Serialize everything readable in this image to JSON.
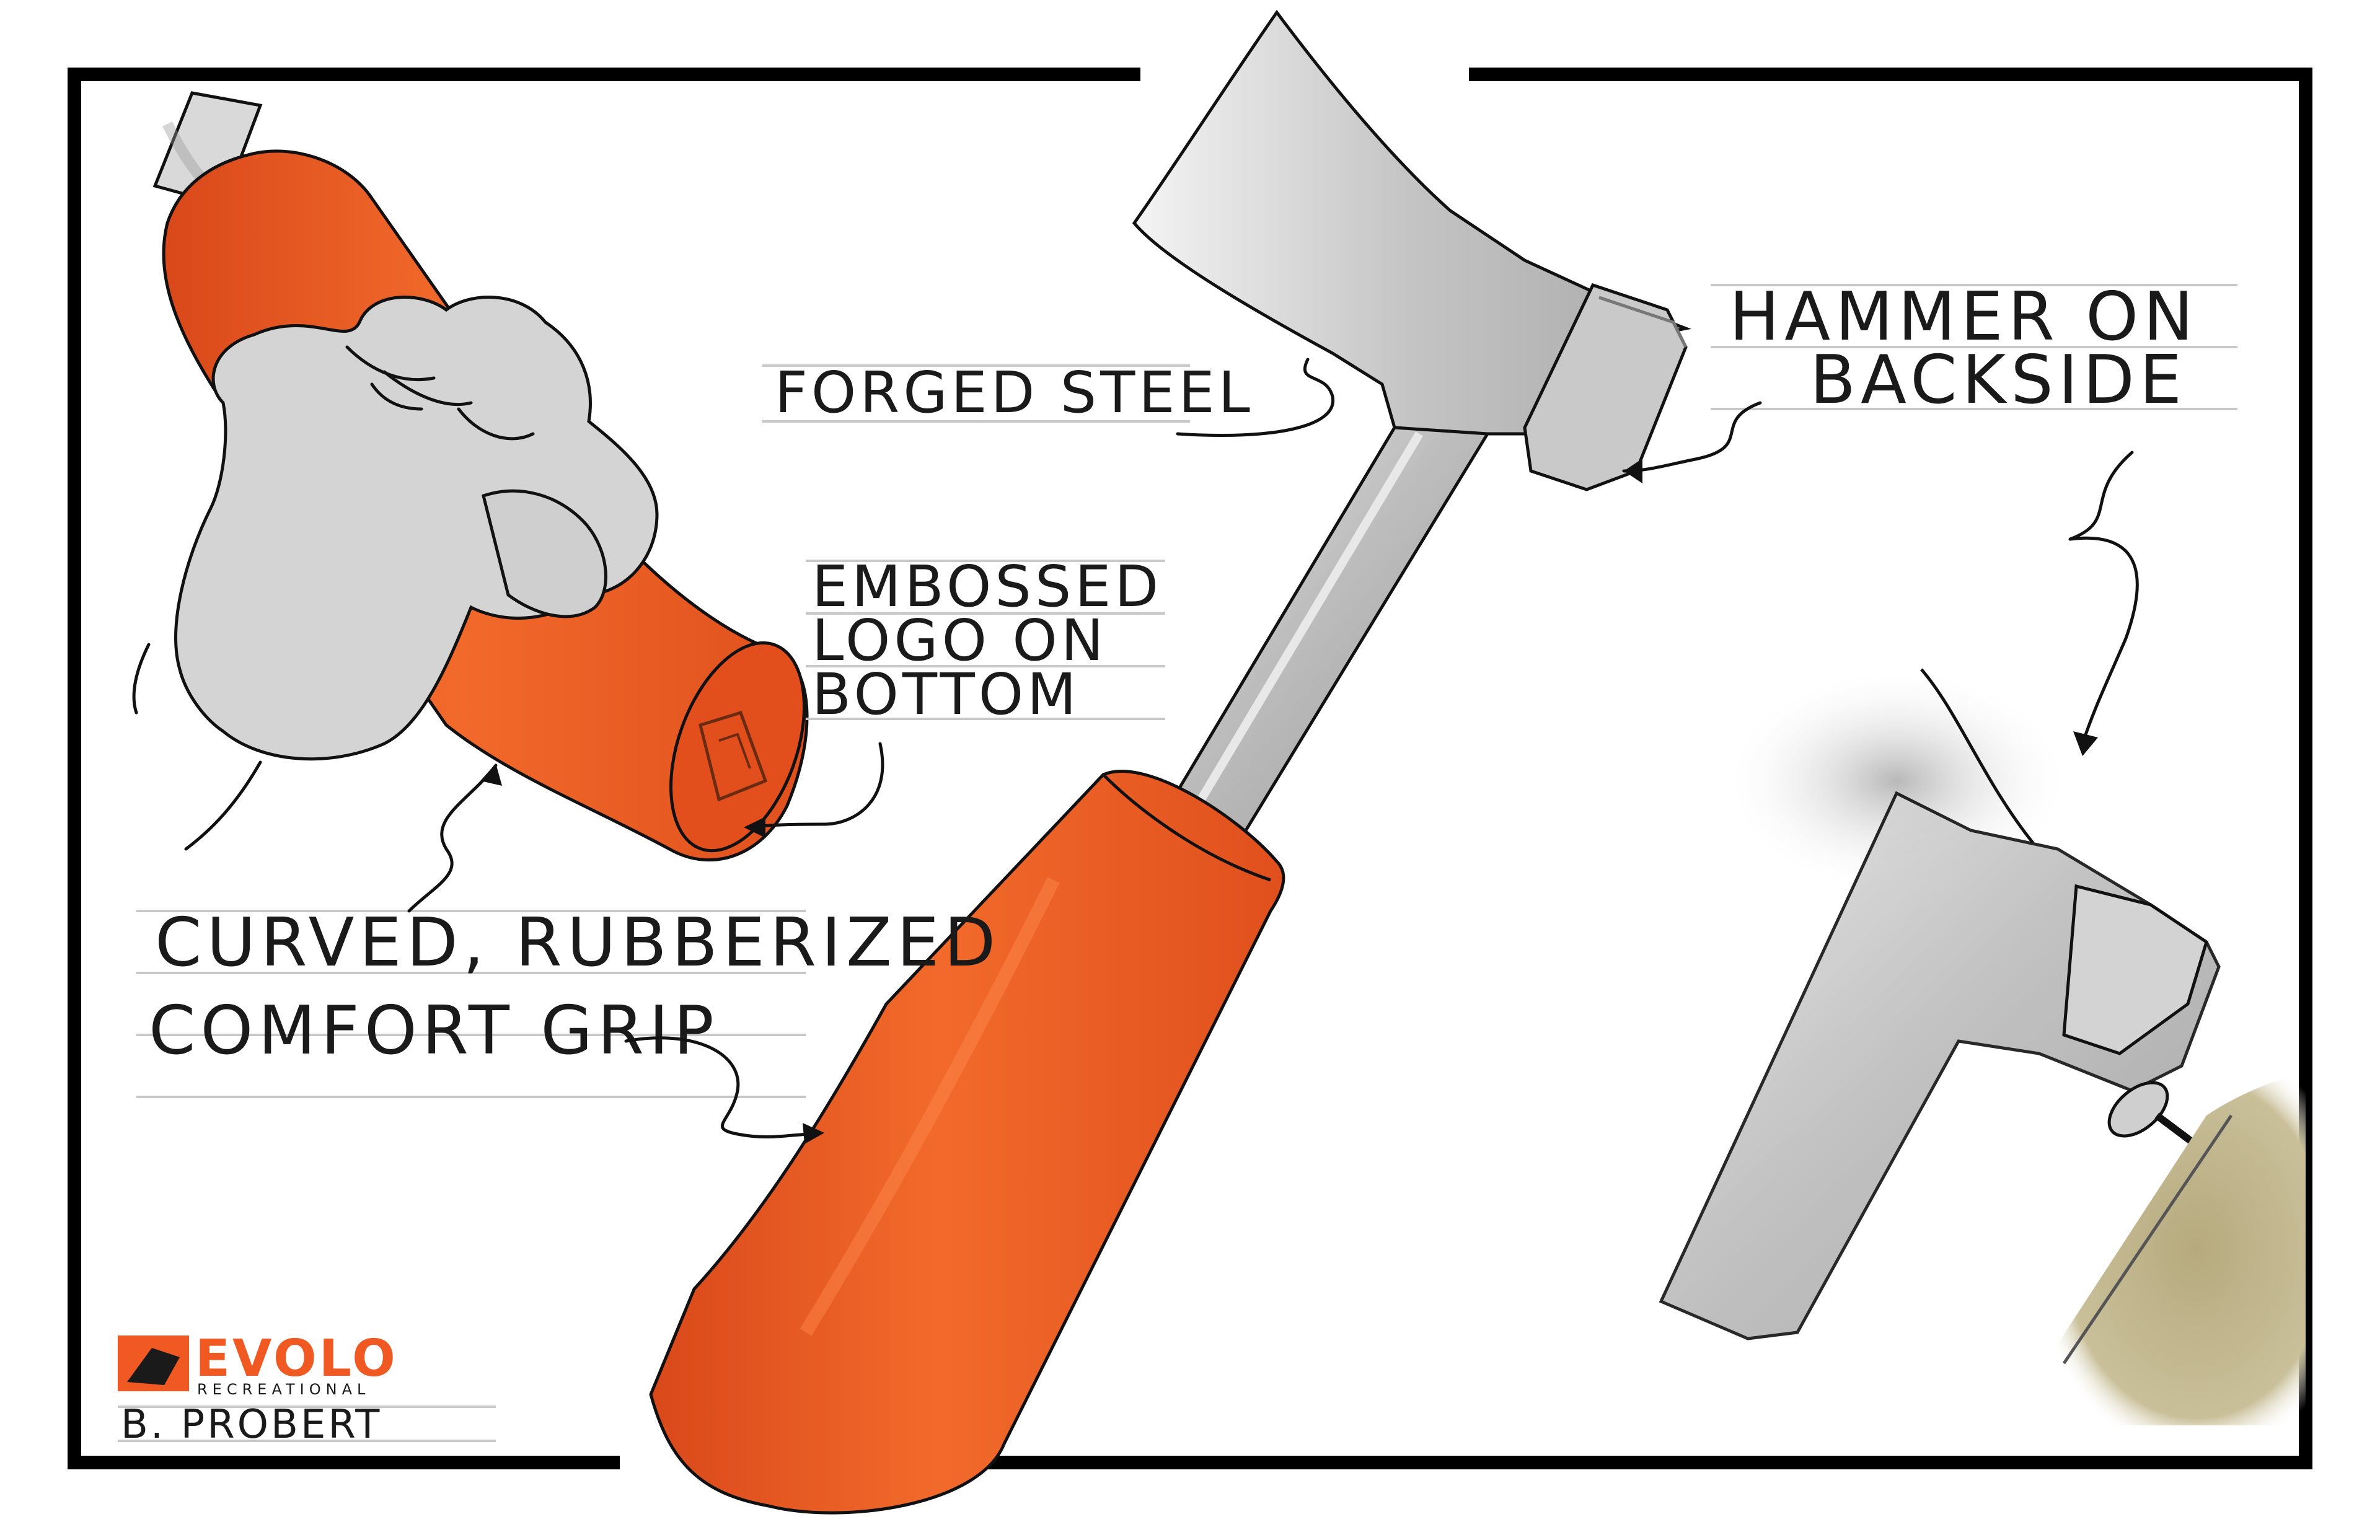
{
  "annotations": {
    "forged_steel": "FORGED STEEL",
    "hammer_line1": "HAMMER ON",
    "hammer_line2": "BACKSIDE",
    "logo_line1": "EMBOSSED",
    "logo_line2": "LOGO ON",
    "logo_line3": "BOTTOM",
    "grip_line1": "CURVED, RUBBERIZED",
    "grip_line2": "COMFORT GRIP"
  },
  "brand": {
    "name": "EVOLO",
    "tagline": "RECREATIONAL",
    "color": "#f05a22"
  },
  "signature": "B. PROBERT",
  "colors": {
    "grip_orange": "#f05a22",
    "steel_gray": "#b9b9b9",
    "hand_gray": "#d4d4d4",
    "wood_tan": "#b0a57c"
  }
}
